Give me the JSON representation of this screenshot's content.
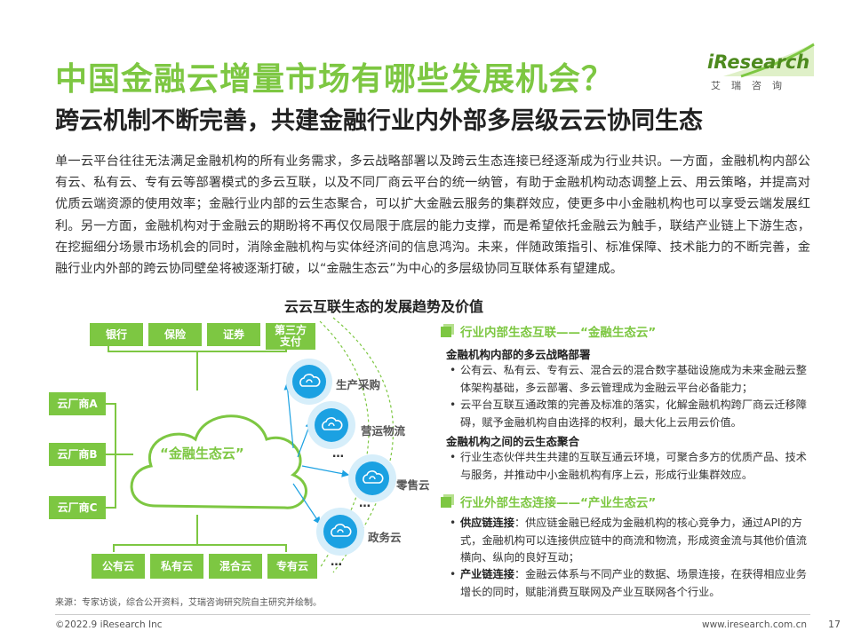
{
  "header": {
    "title": "中国金融云增量市场有哪些发展机会？",
    "subtitle": "跨云机制不断完善，共建金融行业内外部多层级云云协同生态",
    "logo_brand": "iResearch",
    "logo_sub": "艾瑞咨询"
  },
  "intro": "单一云平台往往无法满足金融机构的所有业务需求，多云战略部署以及跨云生态连接已经逐渐成为行业共识。一方面，金融机构内部公有云、私有云、专有云等部署模式的多云互联，以及不同厂商云平台的统一纳管，有助于金融机构动态调整上云、用云策略，并提高对优质云端资源的使用效率；金融行业内部的云生态聚合，可以扩大金融云服务的集群效应，使更多中小金融机构也可以享受云端发展红利。另一方面，金融机构对于金融云的期盼将不再仅仅局限于底层的能力支撑，而是希望依托金融云为触手，联结产业链上下游生态，在挖掘细分场景市场机会的同时，消除金融机构与实体经济间的信息鸿沟。未来，伴随政策指引、标准保障、技术能力的不断完善，金融行业内外部的跨云协同壁垒将被逐渐打破，以“金融生态云”为中心的多层级协同互联体系有望建成。",
  "diagram": {
    "title": "云云互联生态的发展趋势及价值",
    "top_boxes": [
      "银行",
      "保险",
      "证券",
      "第三方\n支付"
    ],
    "left_boxes": [
      "云厂商A",
      "云厂商B",
      "云厂商C"
    ],
    "bottom_boxes": [
      "公有云",
      "私有云",
      "混合云",
      "专有云"
    ],
    "center_label": "“金融生态云”",
    "scenes": [
      "生产采购",
      "营运物流",
      "零售云",
      "政务云"
    ],
    "ellipsis": "…"
  },
  "right": {
    "section1": {
      "heading": "行业内部生态互联——“金融生态云”",
      "sub1": "金融机构内部的多云战略部署",
      "bullets1": [
        "公有云、私有云、专有云、混合云的混合数字基础设施成为未来金融云整体架构基础，多云部署、多云管理成为金融云平台必备能力；",
        "云平台互联互通政策的完善及标准的落实，化解金融机构跨厂商云迁移障碍，赋予金融机构自由选择的权利，最大化上云用云价值。"
      ],
      "sub2": "金融机构之间的云生态聚合",
      "bullets2": [
        "行业生态伙伴共生共建的互联互通云环境，可聚合多方的优质产品、技术与服务，并推动中小金融机构有序上云，形成行业集群效应。"
      ]
    },
    "section2": {
      "heading": "行业外部生态连接——“产业生态云”",
      "bullets": [
        {
          "bold": "供应链连接",
          "text": "：供应链金融已经成为金融机构的核心竞争力，通过API的方式，金融机构可以连接供应链中的商流和物流，形成资金流与其他价值流横向、纵向的良好互动；"
        },
        {
          "bold": "产业链连接",
          "text": "：金融云体系与不同产业的数据、场景连接，在获得相应业务增长的同时，赋能消费互联网及产业互联网各个行业。"
        }
      ]
    }
  },
  "footer": {
    "source": "来源：专家访谈，综合公开资料，艾瑞咨询研究院自主研究并绘制。",
    "copyright": "©2022.9 iResearch Inc",
    "website": "www.iresearch.com.cn",
    "page": "17"
  },
  "colors": {
    "accent": "#7dc742",
    "scene_blue": "#1ba1e2"
  }
}
